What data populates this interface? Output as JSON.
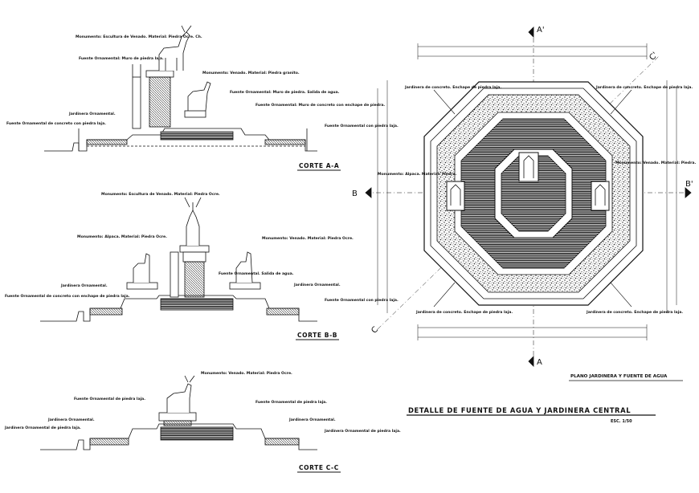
{
  "sections": {
    "aa": {
      "title": "CORTE A-A",
      "labels": [
        "Monumento: Escultura de Venado. Material: Piedra Ocre. Ch.",
        "Fuente Ornamental: Muro de piedra laja.",
        "Monumento: Venado. Material: Piedra granito.",
        "Fuente Ornamental: Muro de piedra. Salida de agua.",
        "Fuente Ornamental: Muro de concreto con enchape de piedra.",
        "Jardinera Ornamental.",
        "Fuente Ornamental de concreto con piedra laja.",
        "Fuente Ornamental con piedra laja."
      ]
    },
    "bb": {
      "title": "CORTE B-B",
      "labels": [
        "Monumento: Escultura de Venado. Material: Piedra Ocre.",
        "Monumento: Alpaca. Material: Piedra Ocre.",
        "Monumento: Venado. Material: Piedra Ocre.",
        "Fuente Ornamental. Salida de agua.",
        "Jardinera Ornamental.",
        "Fuente Ornamental de concreto con enchape de piedra laja.",
        "Jardinera Ornamental.",
        "Fuente Ornamental con piedra laja."
      ]
    },
    "cc": {
      "title": "CORTE C-C",
      "labels": [
        "Monumento: Venado. Material: Piedra Ocre.",
        "Fuente Ornamental de piedra laja.",
        "Fuente Ornamental de piedra laja.",
        "Jardinera Ornamental.",
        "Jardinera Ornamental de piedra laja.",
        "Jardinera Ornamental.",
        "Jardinera Ornamental de piedra laja."
      ]
    }
  },
  "plan": {
    "markers": {
      "a_top": "A'",
      "a_bottom": "A",
      "b_left": "B",
      "b_right": "B'",
      "c_top": "C'",
      "c_bottom": "C"
    },
    "labels": [
      "Jardinera de concreto. Enchape de piedra laja.",
      "Jardinera de concreto. Enchape de piedra laja.",
      "Monumento: Alpaca. Material: Piedra.",
      "Monumento: Venado. Material: Piedra.",
      "Jardinera de concreto. Enchape de piedra laja.",
      "Jardinera de concreto. Enchape de piedra laja."
    ],
    "caption": "PLANO JARDINERA Y FUENTE DE AGUA"
  },
  "main_title": "DETALLE DE FUENTE DE AGUA Y JARDINERA CENTRAL",
  "scale": "ESC. 1/50"
}
